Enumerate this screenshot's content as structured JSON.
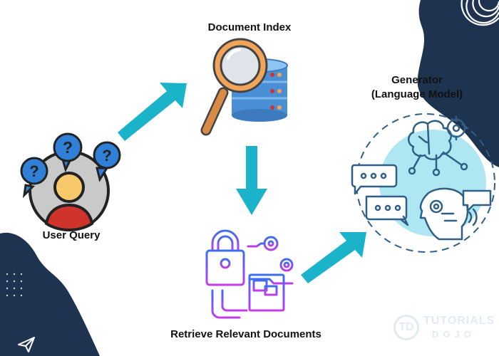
{
  "labels": {
    "document_index": "Document Index",
    "generator_line1": "Generator",
    "generator_line2": "(Language Model)",
    "user_query": "User Query",
    "retrieve_docs": "Retrieve Relevant Documents"
  },
  "watermark": {
    "logo_letters": "TD",
    "word1": "TUTORIALS",
    "word2": "DOJO"
  },
  "colors": {
    "arrow": "#1ab3c9",
    "navy": "#1e3350",
    "question_blue": "#2f80d6",
    "face_yellow": "#f7c96a",
    "body_red": "#d0322c",
    "glass_orange": "#f0a45a",
    "db_blue": "#4a8fd6",
    "gradient_blue": "#3c6ff0",
    "gradient_purple": "#c23de6",
    "gen_circle": "#aee7f1",
    "gen_stroke": "#2f5f86"
  },
  "icons": [
    "user-query-icon",
    "magnifier-database-icon",
    "lock-document-icon",
    "brain-robot-icon"
  ]
}
